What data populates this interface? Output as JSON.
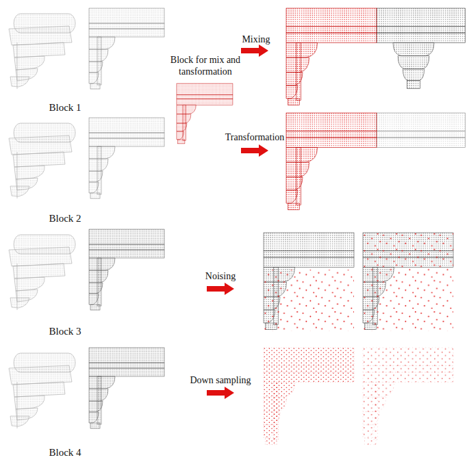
{
  "diagram": {
    "labels": [
      "Block 1",
      "Block 2",
      "Block 3",
      "Block 4",
      "Block for mix and tansformation",
      "Mixing",
      "Transformation",
      "Noising",
      "Down sampling"
    ]
  }
}
